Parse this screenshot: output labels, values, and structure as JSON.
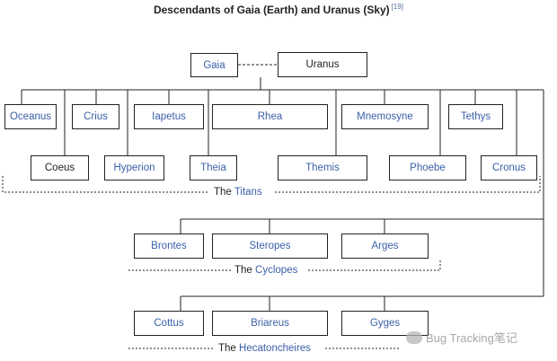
{
  "title": "Descendants of Gaia (Earth) and Uranus (Sky)",
  "citation": "[19]",
  "colors": {
    "link": "#3a5fa8",
    "text": "#222222",
    "line": "#222222"
  },
  "parents": {
    "gaia": "Gaia",
    "uranus": "Uranus"
  },
  "titans": {
    "row1": [
      "Oceanus",
      "Crius",
      "Iapetus",
      "Rhea",
      "Mnemosyne",
      "Tethys"
    ],
    "row2": [
      "Coeus",
      "Hyperion",
      "Theia",
      "Themis",
      "Phoebe",
      "Cronus"
    ],
    "label_prefix": "The ",
    "label_name": "Titans"
  },
  "cyclopes": {
    "members": [
      "Brontes",
      "Steropes",
      "Arges"
    ],
    "label_prefix": "The ",
    "label_name": "Cyclopes"
  },
  "hecatoncheires": {
    "members": [
      "Cottus",
      "Briareus",
      "Gyges"
    ],
    "label_prefix": "The ",
    "label_name": "Hecatoncheires"
  },
  "watermark": "Bug Tracking笔记"
}
